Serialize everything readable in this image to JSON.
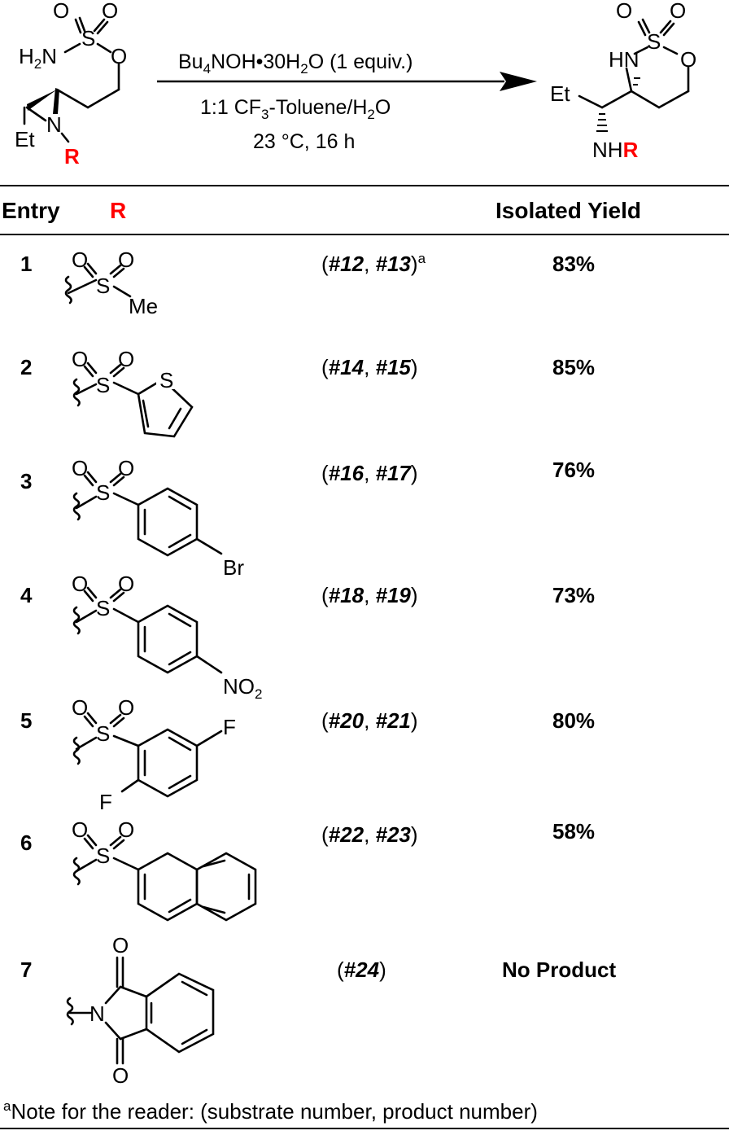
{
  "scheme": {
    "reagent_line1_parts": [
      "Bu",
      "4",
      "NOH•30H",
      "2",
      "O (1 equiv.)"
    ],
    "conditions_line2_parts": [
      "1:1 CF",
      "3",
      "-Toluene/H",
      "2",
      "O"
    ],
    "conditions_line3": "23 °C, 16 h",
    "reactant_atoms": {
      "o_top": "O",
      "s": "S",
      "o_side": "O",
      "h2n": "H",
      "h2n_sub": "2",
      "h2n_n": "N",
      "o_chain": "O",
      "n": "N",
      "r": "R",
      "et": "Et"
    },
    "product_atoms": {
      "o_top": "O",
      "s": "S",
      "o_side": "O",
      "hn": "HN",
      "o_ring": "O",
      "et": "Et",
      "nh": "NH",
      "r": "R"
    }
  },
  "table": {
    "headers": {
      "entry": "Entry",
      "r": "R",
      "yield": "Isolated Yield"
    },
    "rows": [
      {
        "entry": "1",
        "ref_a": "#12",
        "ref_b": "#13",
        "ref_sup": "a",
        "yield": "83%",
        "atoms": [
          "O",
          "O",
          "S",
          "Me"
        ]
      },
      {
        "entry": "2",
        "ref_a": "#14",
        "ref_b": "#15",
        "ref_sup": "",
        "yield": "85%",
        "atoms": [
          "O",
          "O",
          "S",
          "S"
        ]
      },
      {
        "entry": "3",
        "ref_a": "#16",
        "ref_b": "#17",
        "ref_sup": "",
        "yield": "76%",
        "atoms": [
          "O",
          "O",
          "S",
          "Br"
        ]
      },
      {
        "entry": "4",
        "ref_a": "#18",
        "ref_b": "#19",
        "ref_sup": "",
        "yield": "73%",
        "atoms": [
          "O",
          "O",
          "S",
          "NO",
          "2"
        ]
      },
      {
        "entry": "5",
        "ref_a": "#20",
        "ref_b": "#21",
        "ref_sup": "",
        "yield": "80%",
        "atoms": [
          "O",
          "O",
          "S",
          "F",
          "F"
        ]
      },
      {
        "entry": "6",
        "ref_a": "#22",
        "ref_b": "#23",
        "ref_sup": "",
        "yield": "58%",
        "atoms": [
          "O",
          "O",
          "S"
        ]
      },
      {
        "entry": "7",
        "ref_a": "#24",
        "ref_b": "",
        "ref_sup": "",
        "yield": "No Product",
        "atoms": [
          "O",
          "N",
          "O"
        ]
      }
    ],
    "footnote_sup": "a",
    "footnote": "Note for the reader: (substrate number, product number)"
  }
}
